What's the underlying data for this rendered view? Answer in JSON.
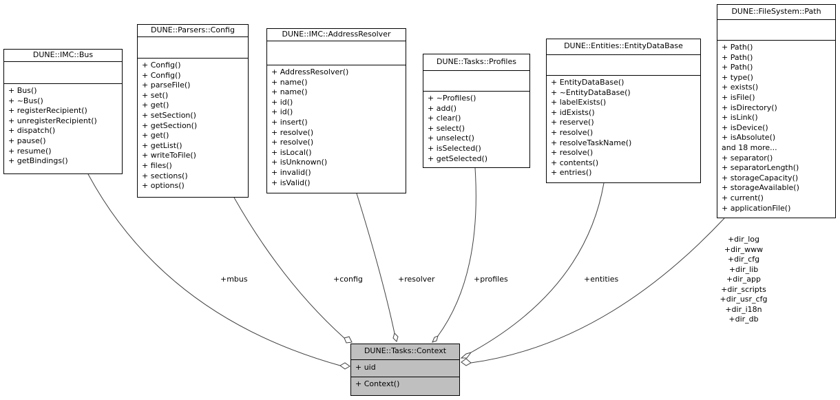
{
  "classes": {
    "bus": {
      "name": "DUNE::IMC::Bus",
      "attributes": [],
      "operations": [
        "+ Bus()",
        "+ ~Bus()",
        "+ registerRecipient()",
        "+ unregisterRecipient()",
        "+ dispatch()",
        "+ pause()",
        "+ resume()",
        "+ getBindings()"
      ]
    },
    "config": {
      "name": "DUNE::Parsers::Config",
      "attributes": [],
      "operations": [
        "+ Config()",
        "+ Config()",
        "+ parseFile()",
        "+ set()",
        "+ get()",
        "+ setSection()",
        "+ getSection()",
        "+ get()",
        "+ getList()",
        "+ writeToFile()",
        "+ files()",
        "+ sections()",
        "+ options()"
      ]
    },
    "resolver": {
      "name": "DUNE::IMC::AddressResolver",
      "attributes": [],
      "operations": [
        "+ AddressResolver()",
        "+ name()",
        "+ name()",
        "+ id()",
        "+ id()",
        "+ insert()",
        "+ resolve()",
        "+ resolve()",
        "+ isLocal()",
        "+ isUnknown()",
        "+ invalid()",
        "+ isValid()"
      ]
    },
    "profiles": {
      "name": "DUNE::Tasks::Profiles",
      "attributes": [],
      "operations": [
        "+ ~Profiles()",
        "+ add()",
        "+ clear()",
        "+ select()",
        "+ unselect()",
        "+ isSelected()",
        "+ getSelected()"
      ]
    },
    "entities": {
      "name": "DUNE::Entities::EntityDataBase",
      "attributes": [],
      "operations": [
        "+ EntityDataBase()",
        "+ ~EntityDataBase()",
        "+ labelExists()",
        "+ idExists()",
        "+ reserve()",
        "+ resolve()",
        "+ resolveTaskName()",
        "+ resolve()",
        "+ contents()",
        "+ entries()"
      ]
    },
    "path": {
      "name": "DUNE::FileSystem::Path",
      "attributes": [],
      "operations": [
        "+ Path()",
        "+ Path()",
        "+ Path()",
        "+ type()",
        "+ exists()",
        "+ isFile()",
        "+ isDirectory()",
        "+ isLink()",
        "+ isDevice()",
        "+ isAbsolute()",
        "and 18 more...",
        "+ separator()",
        "+ separatorLength()",
        "+ storageCapacity()",
        "+ storageAvailable()",
        "+ current()",
        "+ applicationFile()"
      ]
    },
    "context": {
      "name": "DUNE::Tasks::Context",
      "attributes": [
        "+ uid"
      ],
      "operations": [
        "+ Context()"
      ]
    }
  },
  "relations": {
    "mbus": "+mbus",
    "config": "+config",
    "resolver": "+resolver",
    "profiles": "+profiles",
    "entities": "+entities",
    "dirs": [
      "+dir_log",
      "+dir_www",
      "+dir_cfg",
      "+dir_lib",
      "+dir_app",
      "+dir_scripts",
      "+dir_usr_cfg",
      "+dir_i18n",
      "+dir_db"
    ]
  }
}
